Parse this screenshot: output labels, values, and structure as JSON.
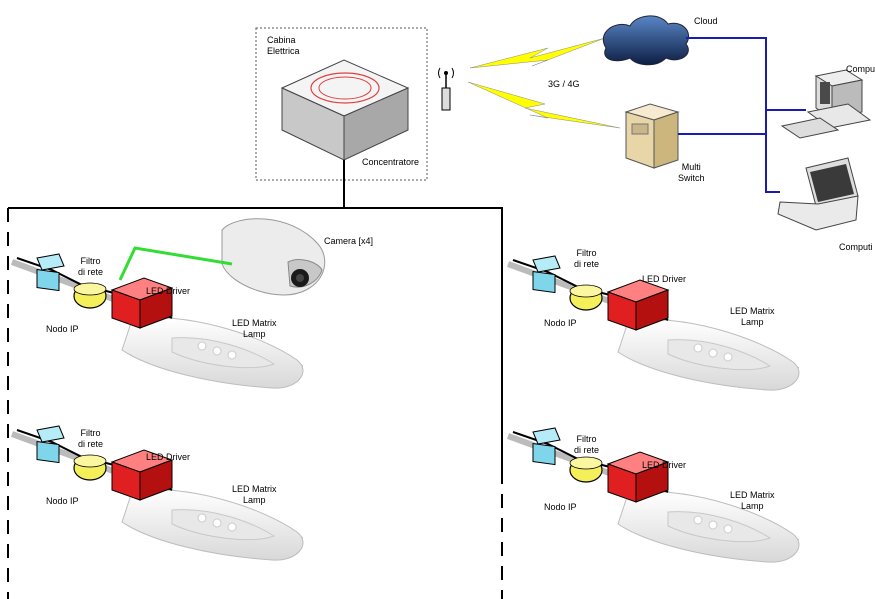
{
  "cabinet": {
    "title": "Cabina\nElettrica",
    "name": "Concentratore"
  },
  "network": {
    "cloud": "Cloud",
    "link": "3G / 4G",
    "switch": "Multi\nSwitch",
    "computer_top": "Compu",
    "computer_bottom": "Computi"
  },
  "camera": {
    "label": "Camera [x4]"
  },
  "lamps": [
    {
      "filter": "Filtro\ndi rete",
      "driver": "LED Driver",
      "node": "Nodo IP",
      "matrix": "LED Matrix\nLamp"
    },
    {
      "filter": "Filtro\ndi rete",
      "driver": "LED Driver",
      "node": "Nodo IP",
      "matrix": "LED Matrix\nLamp"
    },
    {
      "filter": "Filtro\ndi rete",
      "driver": "LED Driver",
      "node": "Nodo IP",
      "matrix": "LED Matrix\nLamp"
    },
    {
      "filter": "Filtro\ndi rete",
      "driver": "LED Driver",
      "node": "Nodo IP",
      "matrix": "LED Matrix\nLamp"
    }
  ],
  "colors": {
    "wire_blue": "#1a1ab4",
    "camera_link": "#33dd33",
    "bolt": "#ffff00",
    "driver_red": "#e02020",
    "node_yellow": "#f5ef5a",
    "filter_blue": "#7fd6ea"
  }
}
